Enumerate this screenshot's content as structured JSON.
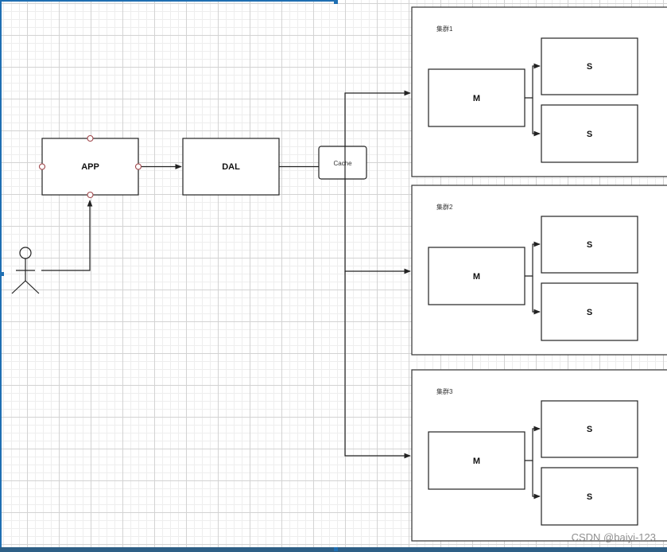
{
  "nodes": {
    "app": "APP",
    "dal": "DAL",
    "cache": "Cache"
  },
  "clusters": [
    {
      "title": "集群1",
      "master": "M",
      "slaves": [
        "S",
        "S"
      ]
    },
    {
      "title": "集群2",
      "master": "M",
      "slaves": [
        "S",
        "S"
      ]
    },
    {
      "title": "集群3",
      "master": "M",
      "slaves": [
        "S",
        "S"
      ]
    }
  ],
  "watermark": "CSDN @baiyi-123"
}
